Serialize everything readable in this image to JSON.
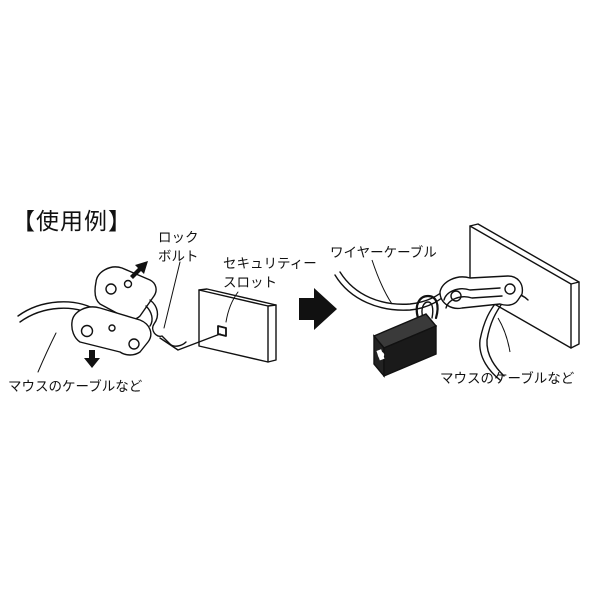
{
  "title": "【使用例】",
  "labels": {
    "lock_bolt": "ロック\nボルト",
    "security_slot": "セキュリティー\nスロット",
    "mouse_cable_left": "マウスのケーブルなど",
    "wire_cable": "ワイヤーケーブル",
    "mouse_cable_right": "マウスのケーブルなど"
  },
  "icons": [
    "arrow-up-right-icon",
    "arrow-down-icon",
    "arrow-right-icon",
    "padlock-icon"
  ]
}
